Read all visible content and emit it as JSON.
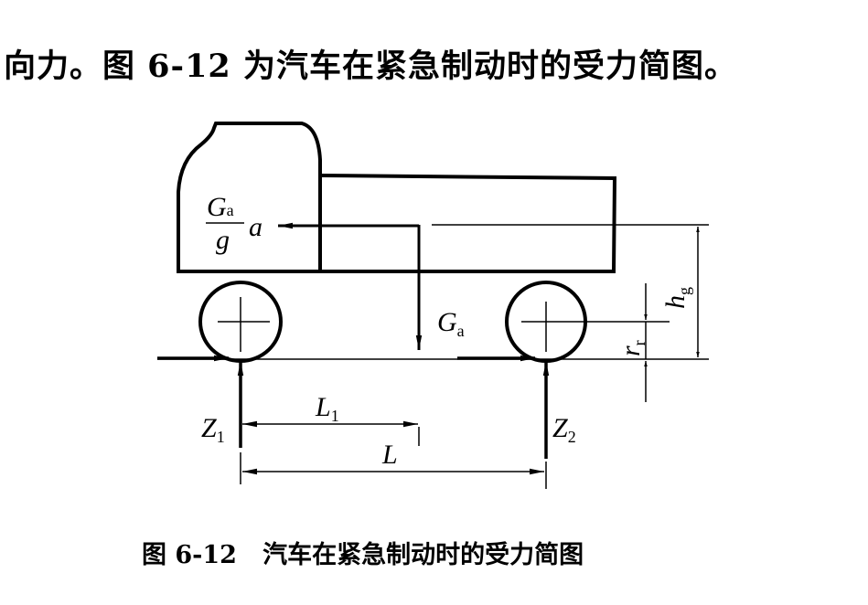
{
  "text": {
    "intro_line": "向力。图 6-12 为汽车在紧急制动时的受力简图。",
    "caption": "图 6-12   汽车在紧急制动时的受力简图"
  },
  "diagram": {
    "labels": {
      "inertia_num": "G",
      "inertia_num_sub": "a",
      "inertia_den": "g",
      "inertia_a": "a",
      "weight": "G",
      "weight_sub": "a",
      "z1": "Z",
      "z1_sub": "1",
      "z2": "Z",
      "z2_sub": "2",
      "l1": "L",
      "l1_sub": "1",
      "l": "L",
      "hg": "h",
      "hg_sub": "g",
      "rr": "r",
      "rr_sub": "r"
    }
  }
}
